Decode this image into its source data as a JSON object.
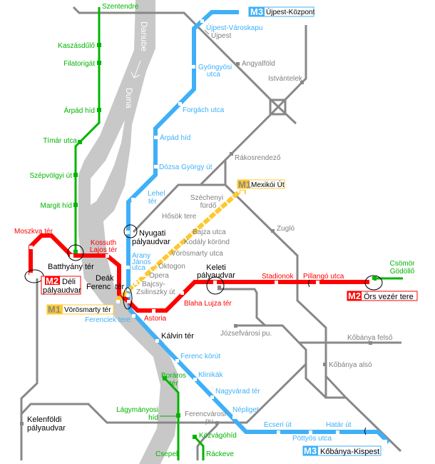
{
  "colors": {
    "m1": "#ffc830",
    "m2": "#ff0000",
    "m3": "#3fb0f8",
    "hev": "#00b400",
    "rail": "#888888",
    "river": "#c8c8c8"
  },
  "river": {
    "name_en": "Danube",
    "name_hu": "Duna"
  },
  "terminals": {
    "m3_north": {
      "badge": "M3",
      "name": "Újpest-Központ"
    },
    "m1_east": {
      "badge": "M1",
      "name": "Mexikói Út"
    },
    "m2_west": {
      "badge": "M2",
      "name_1": "Déli",
      "name_2": "pályaudvar"
    },
    "m1_west": {
      "badge": "M1",
      "name": "Vörösmarty tér"
    },
    "m2_east": {
      "badge": "M2",
      "name": "Örs vezér tere"
    },
    "m3_south": {
      "badge": "M3",
      "name": "Kőbánya-Kispest"
    }
  },
  "hev": {
    "szentendre": "Szentendre",
    "kaszasdulo": "Kaszásdűlő",
    "filatorigat": "Filatorigát",
    "arpad_hid": "Árpád híd",
    "timar": "Tímár utca",
    "szepvolgyi": "Szépvölgyi út",
    "margit": "Margit híd",
    "boraros_1": "Boráros",
    "boraros_2": "tér",
    "lagymanyosi_1": "Lágymányosi",
    "lagymanyosi_2": "híd",
    "csepel": "Csepel",
    "kozvagohid": "Közvágóhíd",
    "rackeve": "Ráckeve",
    "csomor": "Csömör",
    "godollo": "Gödöllő"
  },
  "m2": {
    "moszkva": "Moszkva tér",
    "kossuth_1": "Kossuth",
    "kossuth_2": "Lajos tér",
    "blaha": "Blaha Lujza tér",
    "astoria": "Astoria",
    "stadionok": "Stadionok",
    "pillango": "Pillangó utca"
  },
  "m3": {
    "varoskapu": "Újpest-Városkapu",
    "gyongyosi_1": "Gyöngyösi",
    "gyongyosi_2": "utca",
    "forgach": "Forgách utca",
    "arpad_hid": "Árpád híd",
    "dozsa": "Dózsa György út",
    "lehel_1": "Lehel",
    "lehel_2": "tér",
    "arany_1": "Arany",
    "arany_2": "János",
    "arany_3": "utca",
    "ferenciek": "Ferenciek tere",
    "ferenc_korut": "Ferenc körút",
    "klinikak": "Klinikák",
    "nagyvarad": "Nagyvárad tér",
    "nepliget": "Népliget",
    "ecseri": "Ecseri út",
    "pottyos": "Pöttyös utca",
    "hatar": "Határ út"
  },
  "m1": {
    "szechenyi_1": "Széchenyi",
    "szechenyi_2": "fürdő",
    "hosok": "Hősök tere",
    "bajza": "Bajza utca",
    "kodaly": "Kodály körönd",
    "vorosmarty_utca": "Vörösmarty utca",
    "oktogon": "Oktogon",
    "opera": "Opera",
    "bajcsy_1": "Bajcsy-",
    "bajcsy_2": "Zsilinszky út"
  },
  "rail": {
    "ujpest": "Újpest",
    "angyalfold": "Angyalföld",
    "istvantelek": "Istvántelek",
    "rakosrendezo": "Rákosrendező",
    "zuglo": "Zugló",
    "jozsefvarosi": "Józsefvárosi pu.",
    "kobanya_felso": "Kőbánya felső",
    "kobanya_also": "Kőbánya alsó",
    "ferencvarosi_1": "Ferencvárosi",
    "ferencvarosi_2": "pu."
  },
  "hubs": {
    "nyugati_1": "Nyugati",
    "nyugati_2": "pályaudvar",
    "batthyany": "Batthyány tér",
    "deak_1": "Deák",
    "deak_2": "Ferenc  tér",
    "keleti_1": "Keleti",
    "keleti_2": "pályaudvar",
    "kalvin": "Kálvin tér",
    "kelenfold_1": "Kelenföldi",
    "kelenfold_2": "pályaudvar"
  }
}
